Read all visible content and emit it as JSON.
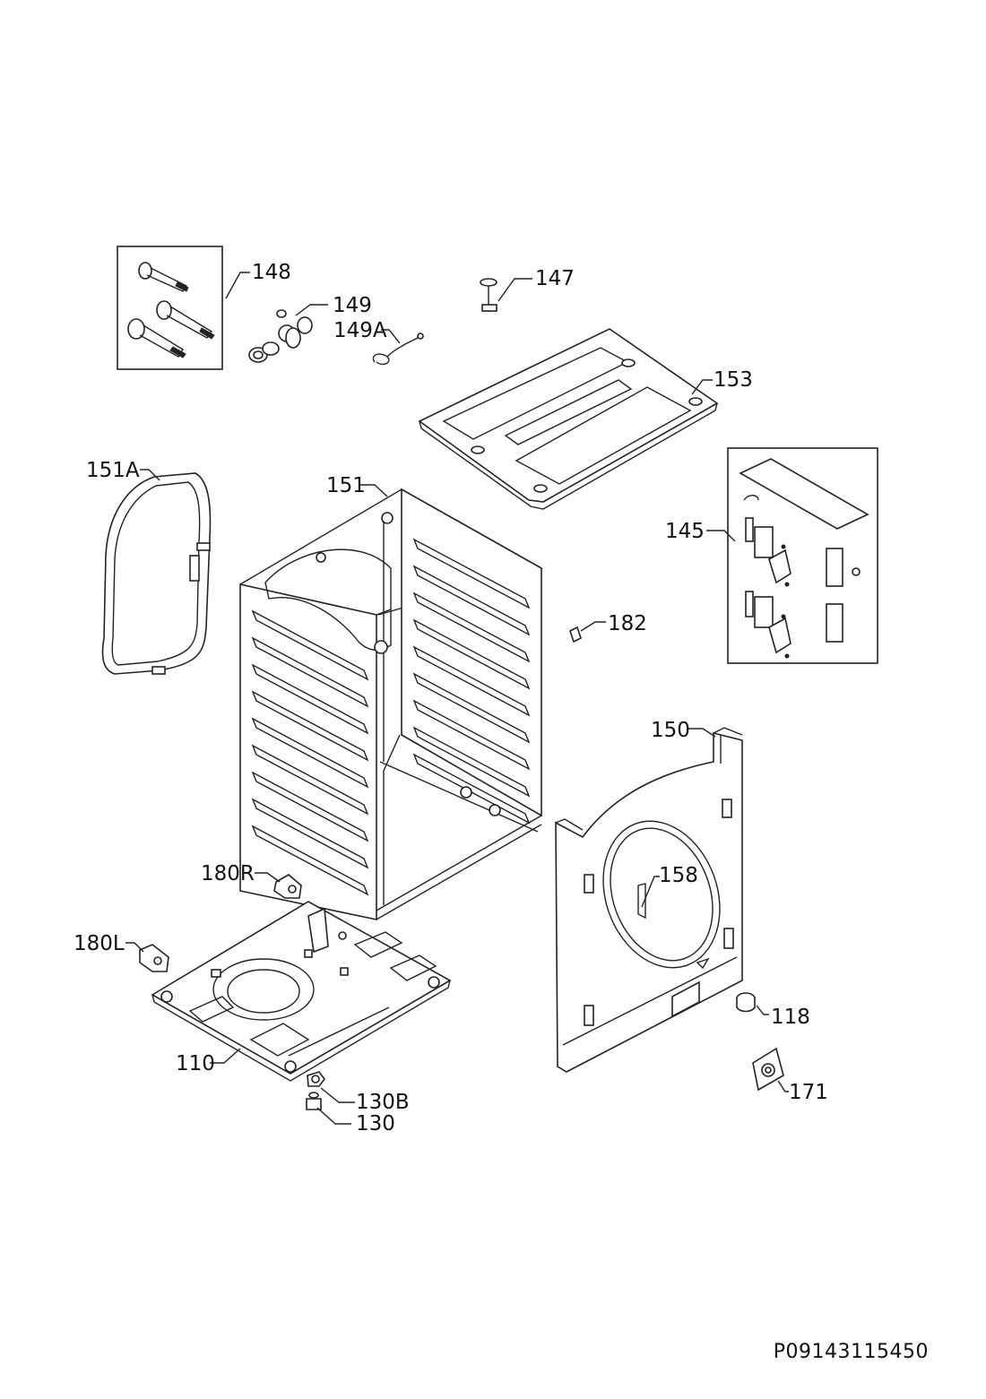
{
  "parts": {
    "p148": "148",
    "p149": "149",
    "p149A": "149A",
    "p147": "147",
    "p153": "153",
    "p151A": "151A",
    "p151": "151",
    "p145": "145",
    "p182": "182",
    "p150": "150",
    "p158": "158",
    "p180R": "180R",
    "p180L": "180L",
    "p118": "118",
    "p110": "110",
    "p171": "171",
    "p130B": "130B",
    "p130": "130"
  },
  "document_code": "P09143115450"
}
